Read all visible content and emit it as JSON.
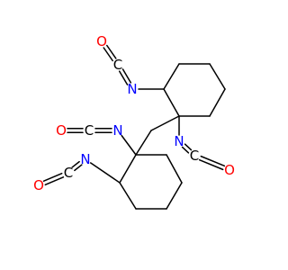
{
  "colors": {
    "background": "#ffffff",
    "bond": "#000000",
    "nitrogen": "#0000ff",
    "oxygen": "#ff0000",
    "carbon": "#000000"
  },
  "labels": {
    "n_top_ring_left": "N",
    "c_top_group": "C",
    "o_top_group": "O",
    "n_top_ring_bottom": "N",
    "c_right_group": "C",
    "o_right_group": "O",
    "n_bottom_ring_top": "N",
    "c_left_group": "C",
    "o_left_group": "O",
    "n_bottom_ring_left": "N",
    "c_low_left_group": "C",
    "o_low_left_group": "O"
  }
}
